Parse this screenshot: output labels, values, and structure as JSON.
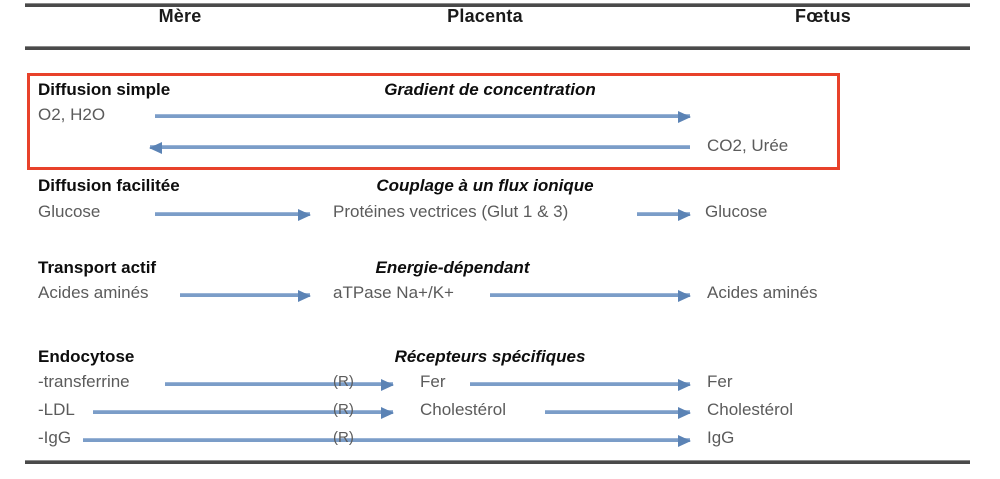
{
  "headers": {
    "mother": "Mère",
    "placenta": "Placenta",
    "fetus": "Fœtus"
  },
  "highlight_color": "#e8412a",
  "arrow_color": "#7b9dc8",
  "rows": [
    {
      "mechanism": "Diffusion simple",
      "mother_substance": "O2, H2O",
      "middle_title": "Gradient de concentration",
      "fetus_substance": "CO2, Urée",
      "highlighted": true
    },
    {
      "mechanism": "Diffusion facilitée",
      "mother_substance": "Glucose",
      "middle_title": "Couplage à un flux ionique",
      "middle_substance": "Protéines vectrices (Glut 1 & 3)",
      "fetus_substance": "Glucose",
      "highlighted": false
    },
    {
      "mechanism": "Transport actif",
      "mother_substance": "Acides aminés",
      "middle_title": "Energie-dépendant",
      "middle_substance": "aTPase Na+/K+",
      "fetus_substance": "Acides aminés",
      "highlighted": false
    },
    {
      "mechanism": "Endocytose",
      "middle_title": "Récepteurs spécifiques",
      "highlighted": false,
      "sub_rows": [
        {
          "mother_substance": "-transferrine",
          "receptor": "(R)",
          "middle_substance": "Fer",
          "fetus_substance": "Fer"
        },
        {
          "mother_substance": "-LDL",
          "receptor": "(R)",
          "middle_substance": "Cholestérol",
          "fetus_substance": "Cholestérol"
        },
        {
          "mother_substance": "-IgG",
          "receptor": "(R)",
          "middle_substance": "",
          "fetus_substance": "IgG"
        }
      ]
    }
  ]
}
